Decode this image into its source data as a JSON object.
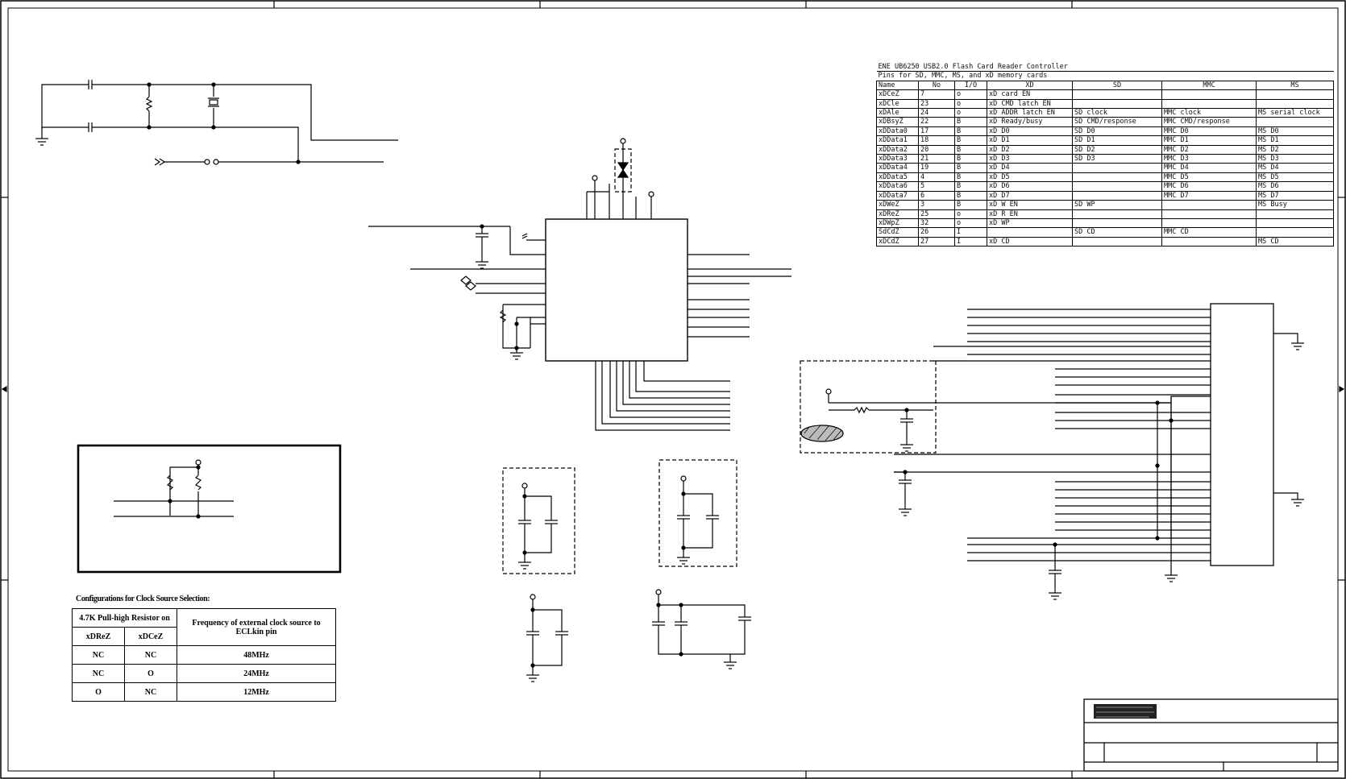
{
  "pin_table": {
    "title_line1": "ENE UB6250 USB2.0 Flash Card Reader Controller",
    "title_line2": "Pins for SD, MMC, MS, and xD memory cards",
    "headers": [
      "Name",
      "No",
      "I/O",
      "XD",
      "SD",
      "MMC",
      "MS"
    ],
    "rows": [
      [
        "xDCeZ",
        "7",
        "o",
        "xD card EN",
        "",
        "",
        ""
      ],
      [
        "xDCle",
        "23",
        "o",
        "xD CMD latch EN",
        "",
        "",
        ""
      ],
      [
        "xDAle",
        "24",
        "o",
        "xD ADDR latch EN",
        "SD clock",
        "MMC clock",
        "MS serial clock"
      ],
      [
        "xDBsyZ",
        "22",
        "B",
        "xD Ready/busy",
        "SD CMD/response",
        "MMC CMD/response",
        ""
      ],
      [
        "xDData0",
        "17",
        "B",
        "xD D0",
        "SD D0",
        "MMC D0",
        "MS D0"
      ],
      [
        "xDData1",
        "18",
        "B",
        "xD D1",
        "SD D1",
        "MMC D1",
        "MS D1"
      ],
      [
        "xDData2",
        "20",
        "B",
        "xD D2",
        "SD D2",
        "MMC D2",
        "MS D2"
      ],
      [
        "xDData3",
        "21",
        "B",
        "xD D3",
        "SD D3",
        "MMC D3",
        "MS D3"
      ],
      [
        "xDData4",
        "19",
        "B",
        "xD D4",
        "",
        "MMC D4",
        "MS D4"
      ],
      [
        "xDData5",
        "4",
        "B",
        "xD D5",
        "",
        "MMC D5",
        "MS D5"
      ],
      [
        "xDData6",
        "5",
        "B",
        "xD D6",
        "",
        "MMC D6",
        "MS D6"
      ],
      [
        "xDData7",
        "6",
        "B",
        "xD D7",
        "",
        "MMC D7",
        "MS D7"
      ],
      [
        "xDWeZ",
        "3",
        "B",
        "xD W EN",
        "SD WP",
        "",
        "MS Busy"
      ],
      [
        "xDReZ",
        "25",
        "o",
        "xD R EN",
        "",
        "",
        ""
      ],
      [
        "xDWpZ",
        "32",
        "o",
        "xD WP",
        "",
        "",
        ""
      ],
      [
        "SdCdZ",
        "26",
        "I",
        "",
        "SD CD",
        "MMC CD",
        ""
      ],
      [
        "xDCdZ",
        "27",
        "I",
        "xD CD",
        "",
        "",
        "MS CD"
      ]
    ]
  },
  "clock_config": {
    "caption": "Configurations for Clock Source Selection:",
    "group_header": "4.7K Pull-high Resistor on",
    "col_a": "xDReZ",
    "col_b": "xDCeZ",
    "freq_header": "Frequency of external clock source to ECLkin pin",
    "rows": [
      [
        "NC",
        "NC",
        "48MHz"
      ],
      [
        "NC",
        "O",
        "24MHz"
      ],
      [
        "O",
        "NC",
        "12MHz"
      ]
    ]
  },
  "colors": {
    "ink": "#000000",
    "paper": "#ffffff"
  }
}
